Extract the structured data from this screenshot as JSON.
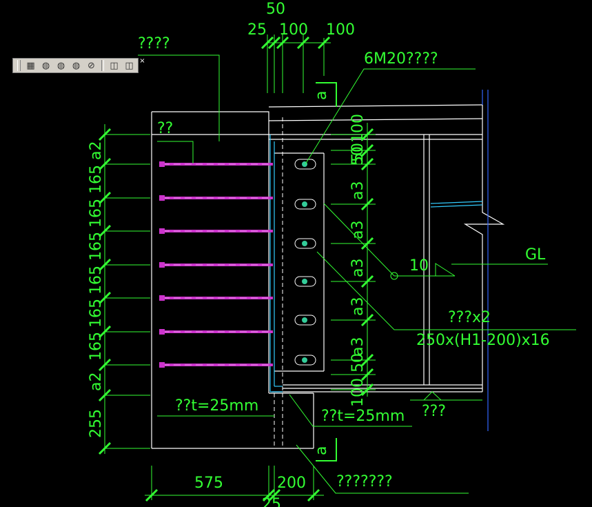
{
  "toolbar": {
    "buttons": [
      {
        "name": "view-cube-icon",
        "glyph": "▦"
      },
      {
        "name": "sphere-icon",
        "glyph": "◍"
      },
      {
        "name": "sphere-add-icon",
        "glyph": "◍"
      },
      {
        "name": "sphere-remove-icon",
        "glyph": "◍"
      },
      {
        "name": "sphere-slash-icon",
        "glyph": "⊘"
      },
      {
        "name": "box-icon",
        "glyph": "◫"
      },
      {
        "name": "box-settings-icon",
        "glyph": "◫"
      }
    ],
    "close_glyph": "×"
  },
  "drawing": {
    "top_dims": {
      "d50": "50",
      "d25": "25",
      "d100a": "100",
      "d100b": "100"
    },
    "labels": {
      "top_left_note": "????",
      "left_note": "??",
      "bolt_note": "6M20????",
      "gl": "GL",
      "weld_size": "10",
      "plate_note1": "???x2",
      "plate_note2": "250x(H1-200)x16",
      "plate_left": "??t=25mm",
      "plate_bottom": "??t=25mm",
      "support_note": "???",
      "bottom_note": "???????",
      "section_a_top": "a",
      "section_a_bottom": "a"
    },
    "left_dims": [
      "a2",
      "165",
      "165",
      "165",
      "165",
      "165",
      "165",
      "a2",
      "255"
    ],
    "mid_dims": [
      "50100",
      "50",
      "a3",
      "a3",
      "a3",
      "a3",
      "a3",
      "50",
      "100"
    ],
    "bottom_dims": {
      "d575": "575",
      "d200": "200",
      "d25": "25"
    }
  }
}
